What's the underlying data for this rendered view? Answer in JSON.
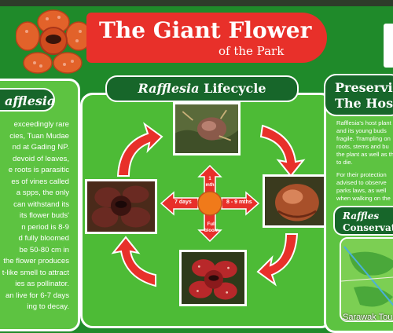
{
  "banner": {
    "title": "The Giant Flower",
    "subtitle": "of the Park"
  },
  "left_panel": {
    "heading": "afflesia",
    "lines": [
      "exceedingly rare",
      "cies, Tuan Mudae",
      "nd at Gading NP.",
      "devoid of leaves,",
      "e roots is parasitic",
      "es of vines called",
      "a spps, the only",
      "can withstand its",
      "its flower buds'",
      "n period is 8-9",
      "d fully bloomed",
      "be 50-80 cm in",
      "the flower produces",
      "t-like smell to attract",
      "ies as pollinator.",
      "an live for 6-7 days",
      "ing to decay."
    ]
  },
  "lifecycle": {
    "heading_italic": "Rafflesia",
    "heading_rest": "Lifecycle",
    "top_label": "1 mth",
    "left_label": "7 days",
    "right_label": "8 - 9 mths",
    "bottom_label": "Full bloom"
  },
  "right_panel": {
    "heading_line1": "Preservi",
    "heading_line2": "The Host",
    "lines": [
      "Rafflesia's host plant",
      "and its young buds",
      "fragile. Trampling on",
      "roots, stems and bu",
      "the plant as well as th",
      "to die.",
      "",
      "For their protection",
      "advised to observe",
      "parks laws, as well",
      "when walking on the"
    ],
    "sub_heading_line1": "Raffles",
    "sub_heading_line2": "Conservati"
  },
  "credit": "Sarawak Tou",
  "colors": {
    "board_green": "#1f8a2a",
    "banner_red": "#e8302a",
    "arrow_red": "#e8302a",
    "tab_dark_green": "#17662a",
    "flower_orange": "#e2622a"
  }
}
